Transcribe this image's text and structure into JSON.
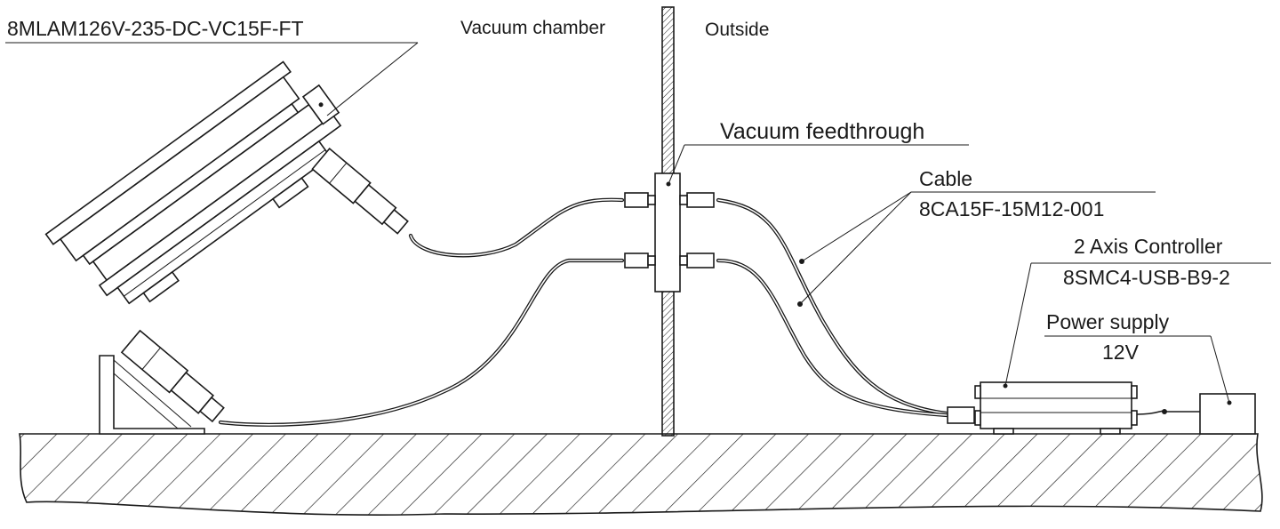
{
  "labels": {
    "stage_model": "8MLAM126V-235-DC-VC15F-FT",
    "vacuum_chamber": "Vacuum chamber",
    "outside": "Outside",
    "feedthrough": "Vacuum feedthrough",
    "cable_title": "Cable",
    "cable_model": "8CA15F-15M12-001",
    "controller_title": "2 Axis Controller",
    "controller_model": "8SMC4-USB-B9-2",
    "power_title": "Power supply",
    "power_value": "12V"
  }
}
